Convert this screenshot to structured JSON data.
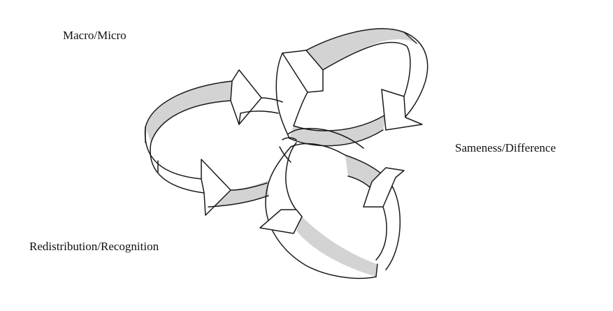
{
  "labels": {
    "macro_micro": "Macro/Micro",
    "sameness_difference": "Sameness/Difference",
    "redistribution_recognition": "Redistribution/Recognition"
  },
  "colors": {
    "band_inner": "#d3d3d3",
    "band_outer": "#ffffff",
    "stroke": "#1a1a1a"
  }
}
